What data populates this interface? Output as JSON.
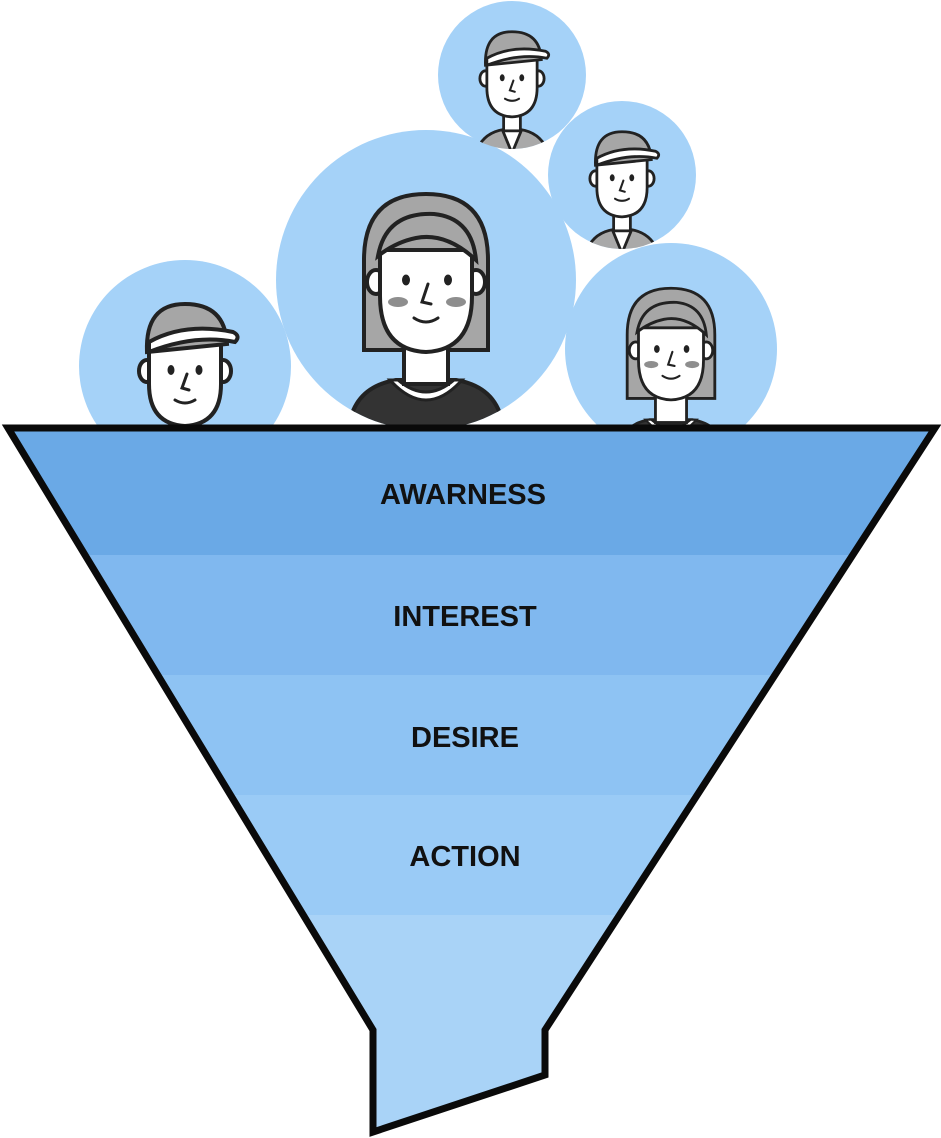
{
  "funnel": {
    "stages": [
      {
        "label": "AWARNESS",
        "color": "#6aa9e6"
      },
      {
        "label": "INTEREST",
        "color": "#80b8ef"
      },
      {
        "label": "DESIRE",
        "color": "#8ec3f3"
      },
      {
        "label": "ACTION",
        "color": "#9acbf6"
      },
      {
        "label": "",
        "color": "#a9d3f7"
      }
    ],
    "spout_color": "#a9d3f7",
    "outline_color": "#0a0a0a"
  },
  "people": [
    {
      "type": "man-cap",
      "circle_color": "#a5d2f8"
    },
    {
      "type": "woman",
      "circle_color": "#a5d2f8"
    },
    {
      "type": "man-cap",
      "circle_color": "#a5d2f8"
    },
    {
      "type": "man-cap",
      "circle_color": "#a5d2f8"
    },
    {
      "type": "woman",
      "circle_color": "#a5d2f8"
    }
  ],
  "colors": {
    "skin": "#ffffff",
    "hair": "#a6a6a6",
    "shirt_gray": "#a9a9a9",
    "shirt_dark": "#333333",
    "cheek": "#8e8e8e",
    "line": "#222222"
  }
}
